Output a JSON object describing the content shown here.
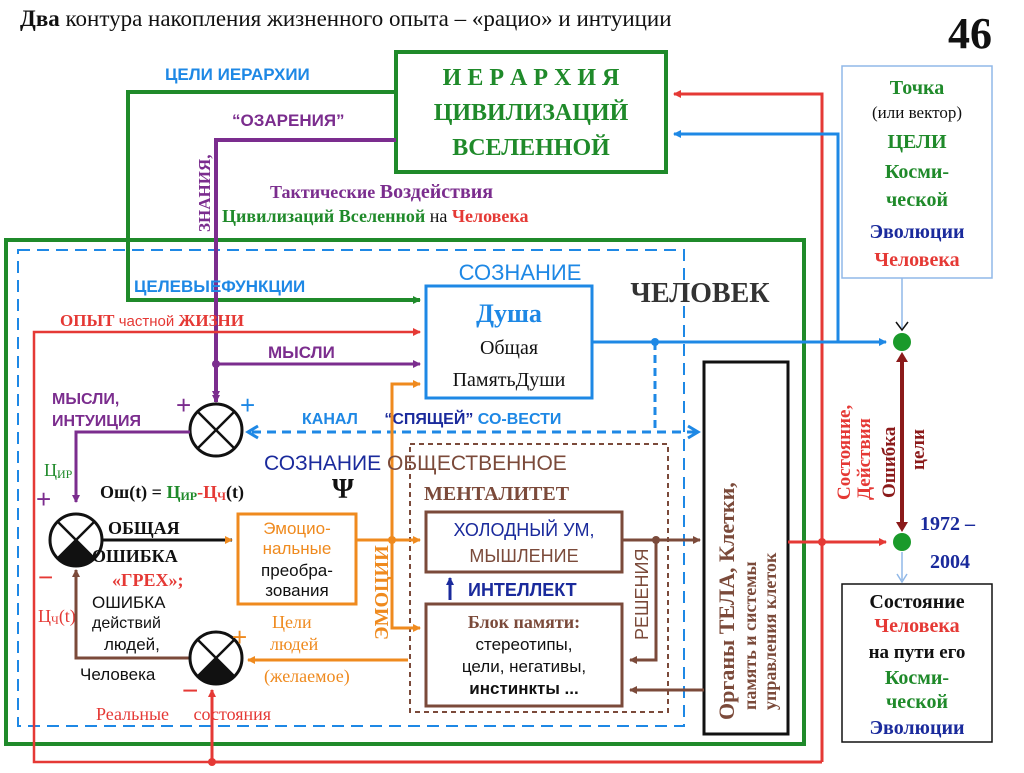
{
  "title_bold": "Два",
  "title_rest": " контура накопления жизненного опыта – «рацио» и интуиции",
  "slide_number": "46",
  "hierarchy_box": [
    "И Е Р А Р Х И Я",
    "ЦИВИЛИЗАЦИЙ",
    "ВСЕЛЕННОЙ"
  ],
  "labels": {
    "goals_hierarchy": "ЦЕЛИ  ИЕРАРХИИ",
    "insights": "“ОЗАРЕНИЯ”",
    "knowledge": "ЗНАНИЯ,",
    "tactical_1a": "Тактические",
    "tactical_1b": "Воздействия",
    "tactical_2a": "Цивилизаций",
    "tactical_2b": "Вселенной",
    "tactical_2c": "на",
    "tactical_2d": "Человека",
    "consciousness": "СОЗНАНИЕ",
    "person": "ЧЕЛОВЕК",
    "target_functions": "ЦЕЛЕВЫЕФУНКЦИИ",
    "experience_a": "ОПЫТ",
    "experience_b": "частной",
    "experience_c": "ЖИЗНИ",
    "thoughts": "МЫСЛИ",
    "thoughts_intuition_1": "МЫСЛИ,",
    "thoughts_intuition_2": "ИНТУИЦИЯ",
    "channel_a": "КАНАЛ",
    "channel_b": "“СПЯЩЕЙ”",
    "channel_c": "СО-ВЕСТИ",
    "social_1": "СОЗНАНИЕ",
    "social_2": "ОБЩЕСТВЕННОЕ",
    "mentality": "МЕНТАЛИТЕТ",
    "psi": "Ψ",
    "emotions": "ЭМОЦИИ",
    "decisions": "РЕШЕНИЯ",
    "intellect": "ИНТЕЛЛЕКТ",
    "c_ir": "Ц",
    "c_ir_sub": "ИР",
    "formula_a": "Ош(t) = ",
    "formula_b": "Ц",
    "formula_b_sub": "ИР",
    "formula_c": "-",
    "formula_d": "Ц",
    "formula_d_sub": "Ч",
    "formula_e": "(t)",
    "general_error_1": "ОБЩАЯ",
    "general_error_2": "ОШИБКА",
    "sin": "«ГРЕХ»;",
    "people_error_1": "ОШИБКА",
    "people_error_2": "действий",
    "people_error_3": "людей,",
    "human": "Человека",
    "c_ch": "Ц",
    "c_ch_sub": "Ч",
    "c_ch_t": "(t)",
    "real_states_a": "Реальные",
    "real_states_b": "состояния",
    "goals_people_1": "Цели",
    "goals_people_2": "людей",
    "desired": "(желаемое)",
    "state_actions_1": "Состояние,",
    "state_actions_2": "Действия",
    "goal_error_1": "Ошибка",
    "goal_error_2": "цели",
    "years": "1972 –",
    "years_2": "2004",
    "plus": "+",
    "minus": "−"
  },
  "soul_box": [
    "Душа",
    "Общая",
    "ПамятьДуши"
  ],
  "emotional_box": [
    "Эмоцио-",
    "нальные",
    "преобра-",
    "зования"
  ],
  "cold_mind_box": [
    "ХОЛОДНЫЙ УМ,",
    "МЫШЛЕНИЕ"
  ],
  "memory_box": [
    "Блок памяти:",
    "стереотипы,",
    "цели, негативы,",
    "инстинкты ..."
  ],
  "organs_box": [
    "Органы ТЕЛА, Клетки,",
    "память и системы",
    "управления клеток"
  ],
  "point_box": [
    "Точка",
    "(или вектор)",
    "ЦЕЛИ",
    "Косми-",
    "ческой",
    "Эволюции",
    "Человека"
  ],
  "state_box": [
    "Состояние",
    "Человека",
    "на пути его",
    "Косми-",
    "ческой",
    "Эволюции"
  ],
  "colors": {
    "green": "#1f8a2a",
    "red": "#e53935",
    "blue": "#1e88e5",
    "purple": "#7b2d8e",
    "orange": "#ef8a1e",
    "brown": "#7b4a3a",
    "dark_blue": "#1a2a9c"
  }
}
